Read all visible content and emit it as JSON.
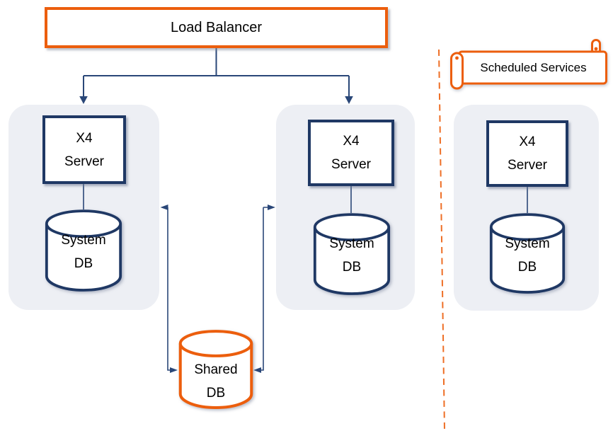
{
  "load_balancer": {
    "label": "Load Balancer"
  },
  "groups": [
    {
      "server": {
        "line1": "X4",
        "line2": "Server"
      },
      "db": {
        "line1": "System",
        "line2": "DB"
      }
    },
    {
      "server": {
        "line1": "X4",
        "line2": "Server"
      },
      "db": {
        "line1": "System",
        "line2": "DB"
      }
    },
    {
      "server": {
        "line1": "X4",
        "line2": "Server"
      },
      "db": {
        "line1": "System",
        "line2": "DB"
      }
    }
  ],
  "shared_db": {
    "line1": "Shared",
    "line2": "DB"
  },
  "scheduled_services": {
    "label": "Scheduled Services"
  },
  "colors": {
    "orange": "#EC5E0D",
    "navy": "#1F3864",
    "line": "#2A4778",
    "group_fill": "#EDEFF4"
  }
}
